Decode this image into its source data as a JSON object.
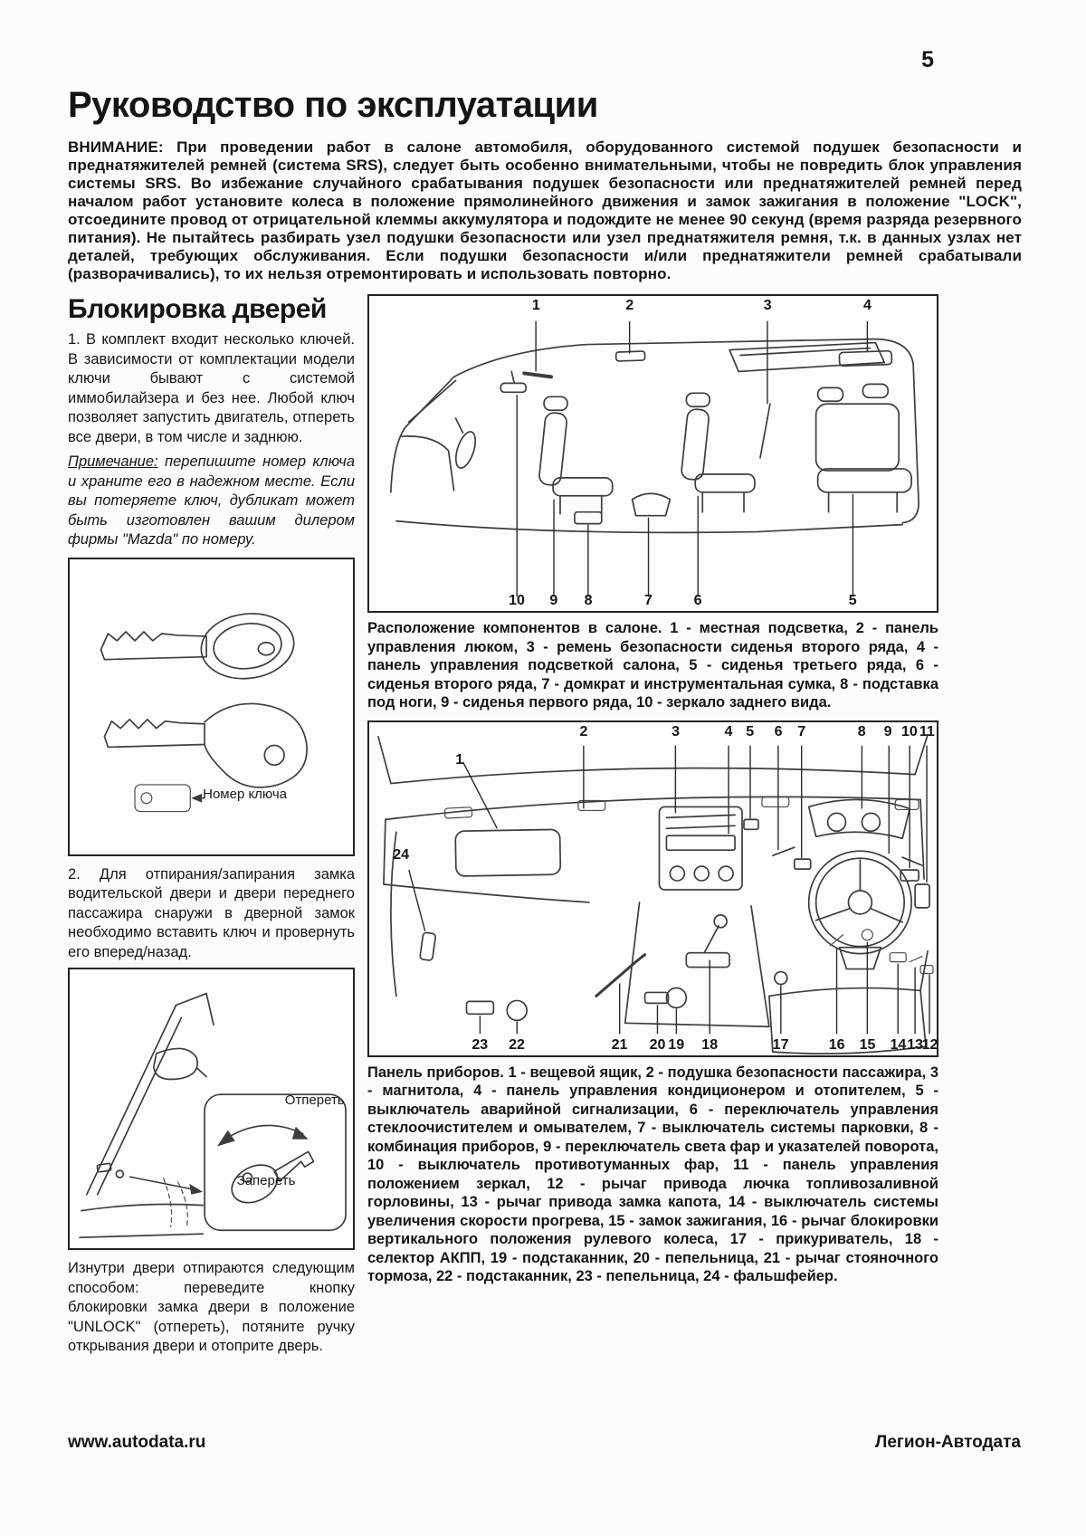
{
  "page": {
    "number": "5",
    "title": "Руководство по эксплуатации",
    "warning": "ВНИМАНИЕ: При проведении работ в салоне автомобиля, оборудованного системой подушек безопасности и преднатяжителей ремней (система SRS), следует быть особенно внимательными, чтобы не повредить блок управления системы SRS. Во избежание случайного срабатывания подушек безопасности или преднатяжителей ремней перед началом работ установите колеса в положение прямолинейного движения и замок зажигания в положение \"LOCK\", отсоедините провод от отрицательной клеммы аккумулятора и подождите не менее 90 секунд (время разряда резервного питания). Не пытайтесь разбирать узел подушки безопасности или узел преднатяжителя ремня, т.к. в данных узлах нет деталей, требующих обслуживания. Если подушки безопасности и/или преднатяжители ремней срабатывали (разворачивались), то их нельзя отремонтировать и использовать повторно.",
    "footer_left": "www.autodata.ru",
    "footer_right": "Легион-Автодата"
  },
  "left_column": {
    "section_heading": "Блокировка дверей",
    "para1": "1. В комплект входит несколько ключей. В зависимости от комплектации модели ключи бывают с системой иммобилайзера и без нее. Любой ключ позволяет запустить двигатель, отпереть все двери, в том числе и заднюю.",
    "note_label": "Примечание:",
    "note_text": " перепишите номер ключа и храните его в надежном месте. Если вы потеряете ключ, дубликат может быть изготовлен вашим дилером фирмы \"Mazda\" по номеру.",
    "key_tag_label": "Номер ключа",
    "para2": "2. Для отпирания/запирания замка водительской двери и двери переднего пассажира снаружи в дверной замок необходимо вставить ключ и провернуть его вперед/назад.",
    "unlock_label": "Отпереть",
    "lock_label": "Запереть",
    "para3": "Изнутри двери отпираются следующим способом: переведите кнопку блокировки замка двери в положение \"UNLOCK\" (отпереть), потяните ручку открывания двери и отоприте дверь."
  },
  "diagram1": {
    "caption": "Расположение компонентов в салоне. 1 - местная подсветка, 2 - панель управления люком, 3 - ремень безопасности сиденья второго ряда, 4 - панель управления подсветкой салона, 5 - сиденья третьего ряда, 6 - сиденья второго ряда, 7 - домкрат и инструментальная сумка, 8 - подставка под ноги, 9 - сиденья первого ряда, 10 - зеркало заднего вида.",
    "top_callouts": [
      "1",
      "2",
      "3",
      "4"
    ],
    "bottom_callouts": [
      "10",
      "9",
      "8",
      "7",
      "6",
      "5"
    ]
  },
  "diagram2": {
    "caption": "Панель приборов. 1 - вещевой ящик, 2 - подушка безопасности пассажира, 3 - магнитола, 4 - панель управления кондиционером и отопителем, 5 - выключатель аварийной сигнализации, 6 - переключатель управления стеклоочистителем и омывателем, 7 - выключатель системы парковки, 8 - комбинация приборов, 9 - переключатель света фар и указателей поворота, 10 - выключатель противотуманных фар, 11 - панель управления положением зеркал, 12 - рычаг привода лючка топливозаливной горловины, 13 - рычаг привода замка капота, 14 - выключатель системы увеличения скорости прогрева, 15 - замок зажигания, 16 - рычаг блокировки вертикального положения рулевого колеса, 17 - прикуриватель, 18 - селектор АКПП, 19 - подстаканник, 20 - пепельница, 21 - рычаг стояночного тормоза, 22 - подстаканник, 23 - пепельница, 24 - фальшфейер.",
    "top_callouts": [
      "2",
      "3",
      "4",
      "5",
      "6",
      "7",
      "8",
      "9",
      "10",
      "11"
    ],
    "left_callouts": [
      "1",
      "24"
    ],
    "bottom_callouts": [
      "23",
      "22",
      "21",
      "20",
      "19",
      "18",
      "17",
      "16",
      "15",
      "14",
      "13",
      "12"
    ]
  }
}
